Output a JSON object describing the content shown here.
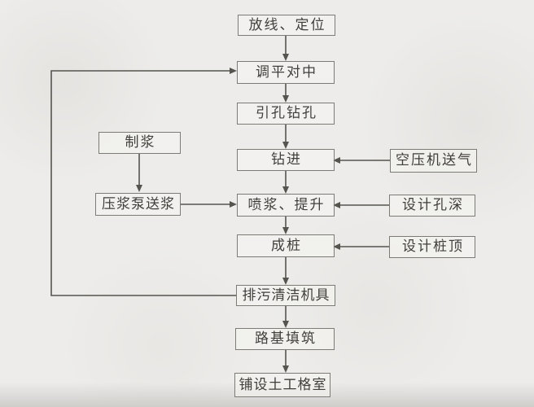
{
  "diagram": {
    "type": "flowchart",
    "language": "zh-CN",
    "description_note": "scanned construction-process flowchart (powder jet / grouting pile with geocell roadbed)",
    "nodes": {
      "fangxian_dingwei": "放线、定位",
      "tiaoping_duizhong": "调平对中",
      "yinkong_zuankong": "引孔钻孔",
      "zuanjin": "钻进",
      "zhijiang": "制浆",
      "yajiang_bengsongjiang": "压浆泵送浆",
      "penjiang_tisheng": "喷浆、提升",
      "chengzhuang": "成桩",
      "kongyaji_songqi": "空压机送气",
      "sheji_kongshen": "设计孔深",
      "sheji_zhuangding": "设计桩顶",
      "paiwu_qingjie_jiju": "排污清洁机具",
      "luji_tianzhu": "路基填筑",
      "pushe_tugong_geshi": "铺设土工格室"
    },
    "edges": [
      {
        "from": "放线、定位",
        "to": "调平对中"
      },
      {
        "from": "调平对中",
        "to": "引孔钻孔"
      },
      {
        "from": "引孔钻孔",
        "to": "钻进"
      },
      {
        "from": "空压机送气",
        "to": "钻进"
      },
      {
        "from": "制浆",
        "to": "压浆泵送浆"
      },
      {
        "from": "压浆泵送浆",
        "to": "喷浆、提升"
      },
      {
        "from": "钻进",
        "to": "喷浆、提升"
      },
      {
        "from": "设计孔深",
        "to": "喷浆、提升"
      },
      {
        "from": "喷浆、提升",
        "to": "成桩"
      },
      {
        "from": "设计桩顶",
        "to": "成桩"
      },
      {
        "from": "成桩",
        "to": "排污清洁机具"
      },
      {
        "from": "排污清洁机具",
        "to": "调平对中"
      },
      {
        "from": "排污清洁机具",
        "to": "路基填筑"
      },
      {
        "from": "路基填筑",
        "to": "铺设土工格室"
      }
    ],
    "colors": {
      "paper": "#edecea",
      "box_border": "#7c7b75",
      "line": "#55544f",
      "text": "#413f3b"
    }
  }
}
